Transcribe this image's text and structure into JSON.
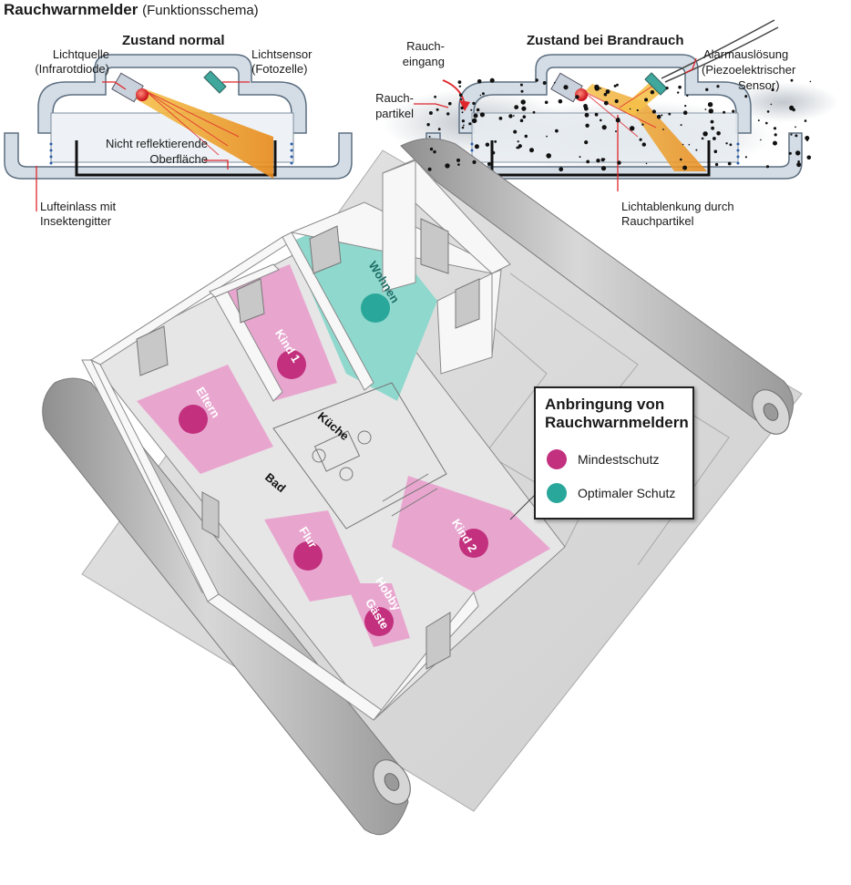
{
  "title": "Rauchwarnmelder",
  "subtitle": "(Funktionsschema)",
  "normal": {
    "heading": "Zustand normal",
    "lichtquelle_1": "Lichtquelle",
    "lichtquelle_2": "(Infrarotdiode)",
    "lichtsensor_1": "Lichtsensor",
    "lichtsensor_2": "(Fotozelle)",
    "nicht_1": "Nicht reflektierende",
    "nicht_2": "Oberfläche",
    "luft_1": "Lufteinlass mit",
    "luft_2": "Insektengitter"
  },
  "brand": {
    "heading": "Zustand bei Brandrauch",
    "eingang_1": "Rauch-",
    "eingang_2": "eingang",
    "partikel_1": "Rauch-",
    "partikel_2": "partikel",
    "alarm_1": "Alarmauslösung",
    "alarm_2": "(Piezoelektrischer",
    "alarm_3": "Sensor)",
    "ablenk_1": "Lichtablenkung durch",
    "ablenk_2": "Rauchpartikel"
  },
  "rooms": {
    "wohnen": "Wohnen",
    "kind1": "Kind 1",
    "eltern": "Eltern",
    "kueche": "Küche",
    "bad": "Bad",
    "flur": "Flur",
    "kind2": "Kind 2",
    "hobby": "Hobby",
    "gaeste": "Gäste"
  },
  "legend": {
    "title_1": "Anbringung von",
    "title_2": "Rauchwarnmeldern",
    "items": [
      {
        "label": "Mindestschutz",
        "color": "#c2307e"
      },
      {
        "label": "Optimaler Schutz",
        "color": "#2aa79b"
      }
    ]
  },
  "colors": {
    "pink_floor": "#e8a6cf",
    "teal_floor": "#8fd8cd",
    "red_lines": "#e0262b",
    "light_beam": "#f2a627"
  }
}
